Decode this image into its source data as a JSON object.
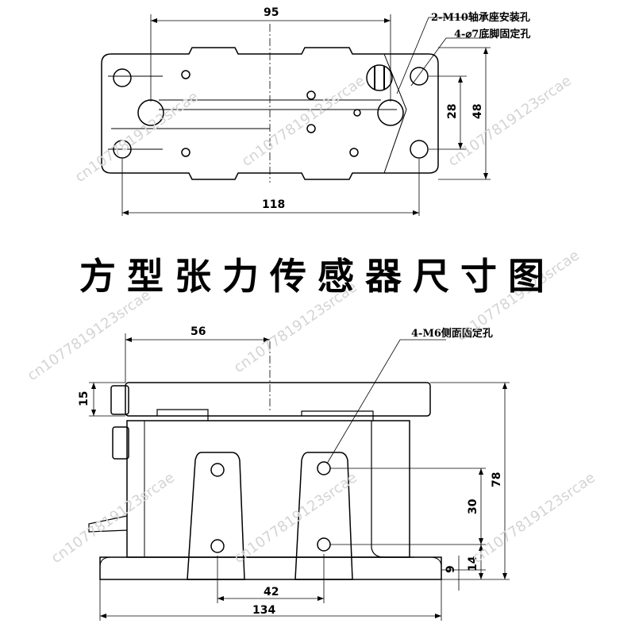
{
  "title": "方型张力传感器尺寸图",
  "top_view": {
    "dim_95": "95",
    "dim_118": "118",
    "dim_28": "28",
    "dim_48": "48",
    "note_bearing": "2-M10轴承座安装孔",
    "note_foot": "4-⌀7底脚固定孔"
  },
  "side_view": {
    "dim_56": "56",
    "dim_15": "15",
    "dim_78": "78",
    "dim_30": "30",
    "dim_14": "14",
    "dim_9": "9",
    "dim_42": "42",
    "dim_134": "134",
    "note_side": "4-M6侧面固定孔"
  },
  "watermark": "cn1077819123srcae"
}
